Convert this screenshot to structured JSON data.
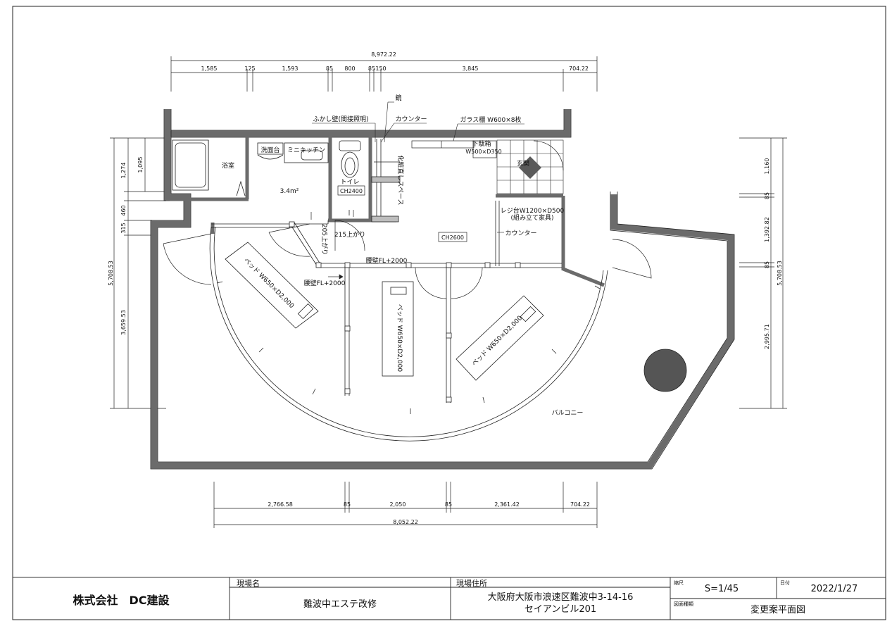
{
  "dims_top": {
    "total": "8,972.22",
    "segments": [
      "1,585",
      "125",
      "1,593",
      "85",
      "800",
      "85",
      "150",
      "3,845",
      "704.22"
    ]
  },
  "dims_bottom": {
    "total": "8,052.22",
    "segments": [
      "2,766.58",
      "85",
      "2,050",
      "85",
      "2,361.42",
      "704.22"
    ]
  },
  "dims_left": {
    "total": "5,708.53",
    "segments": [
      "1,274",
      "1,095",
      "460",
      "315",
      "3,659.53"
    ]
  },
  "dims_right": {
    "total": "5,708.53",
    "segments": [
      "1,160",
      "85",
      "1,392.82",
      "85",
      "2,995.71"
    ]
  },
  "labels": {
    "mirror": "鏡",
    "false_wall": "ふかし壁(間接照明)",
    "counter_top": "カウンター",
    "glass_shelf": "ガラス棚 W600×8枚",
    "shoe_box": "下駄箱",
    "shoe_box_size": "W500×D350",
    "entrance": "玄関",
    "bath": "浴室",
    "washbasin": "洗面台",
    "mini_kitchen": "ミニキッチン",
    "area": "3.4m²",
    "toilet": "トイレ",
    "ch2400": "CH2400",
    "powder_space": "化粧直しスペース",
    "register": "レジ台W1200×D500",
    "register_note": "(組み立て家具)",
    "counter_right": "カウンター",
    "ch2600": "CH2600",
    "step_205": "205上がり",
    "step_215": "215上がり",
    "waist_wall_1": "腰壁FL+2000",
    "waist_wall_2": "腰壁FL+2000",
    "bed_1": "ベッド W650×D2,000",
    "bed_2": "ベッド W650×D2,000",
    "bed_3": "ベッド W650×D2,000",
    "balcony": "バルコニー"
  },
  "title_block": {
    "company": "株式会社　DC建設",
    "site_name_label": "現場名",
    "site_name": "難波中エステ改修",
    "site_address_label": "現場住所",
    "site_address_1": "大阪府大阪市浪速区難波中3-14-16",
    "site_address_2": "セイアンビル201",
    "scale_label": "縮尺",
    "scale": "S=1/45",
    "date_label": "日付",
    "date": "2022/1/27",
    "drawing_type_label": "図面種類",
    "drawing_type": "変更案平面図"
  }
}
